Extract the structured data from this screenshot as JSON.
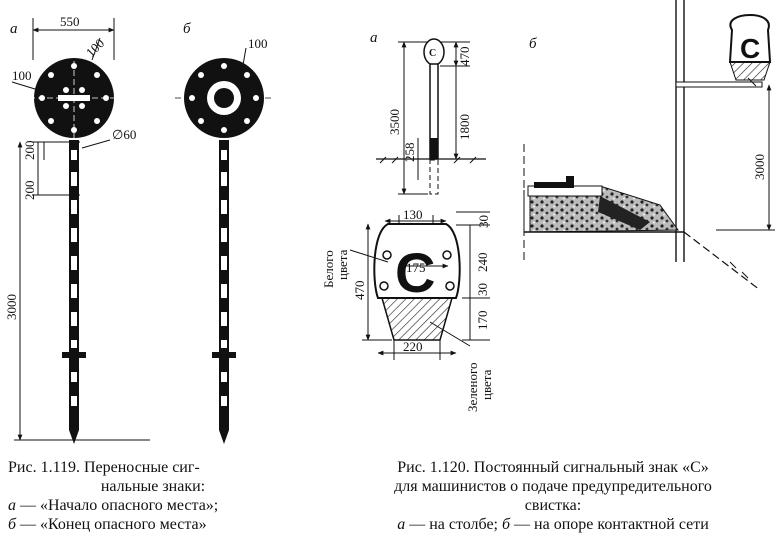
{
  "fig119": {
    "sub_a": "а",
    "sub_b": "б",
    "dims": {
      "width_550": "550",
      "hole_100_top": "100",
      "hole_100_left": "100",
      "hole_100_b": "100",
      "dia_60": "∅60",
      "d200_a": "200",
      "d200_b": "200",
      "d3000": "3000"
    },
    "caption": {
      "line1": "Рис. 1.119. Переносные сиг-",
      "line2": "нальные знаки:",
      "line3_letter": "а",
      "line3_text": " — «Начало опасного места»;",
      "line4_letter": "б",
      "line4_text": " — «Конец опасного места»"
    }
  },
  "fig120": {
    "sub_a": "а",
    "sub_b": "б",
    "dims": {
      "d470_top": "470",
      "d3500": "3500",
      "d1800": "1800",
      "d258": "258",
      "d130": "130",
      "d30_top": "30",
      "d175": "175",
      "d240": "240",
      "d30_mid": "30",
      "d470_side": "470",
      "d170": "170",
      "d220": "220",
      "d3000": "3000"
    },
    "sign_letter": "С",
    "label_white": [
      "Белого",
      "цвета"
    ],
    "label_green": [
      "Зеленого",
      "цвета"
    ],
    "caption": {
      "line1": "Рис. 1.120. Постоянный сигнальный знак «С»",
      "line2": "для машинистов о подаче предупредительного",
      "line3": "свистка:",
      "line4_a": "а",
      "line4_a_text": " — на столбе; ",
      "line4_b": "б",
      "line4_b_text": " — на опоре контактной сети"
    }
  }
}
